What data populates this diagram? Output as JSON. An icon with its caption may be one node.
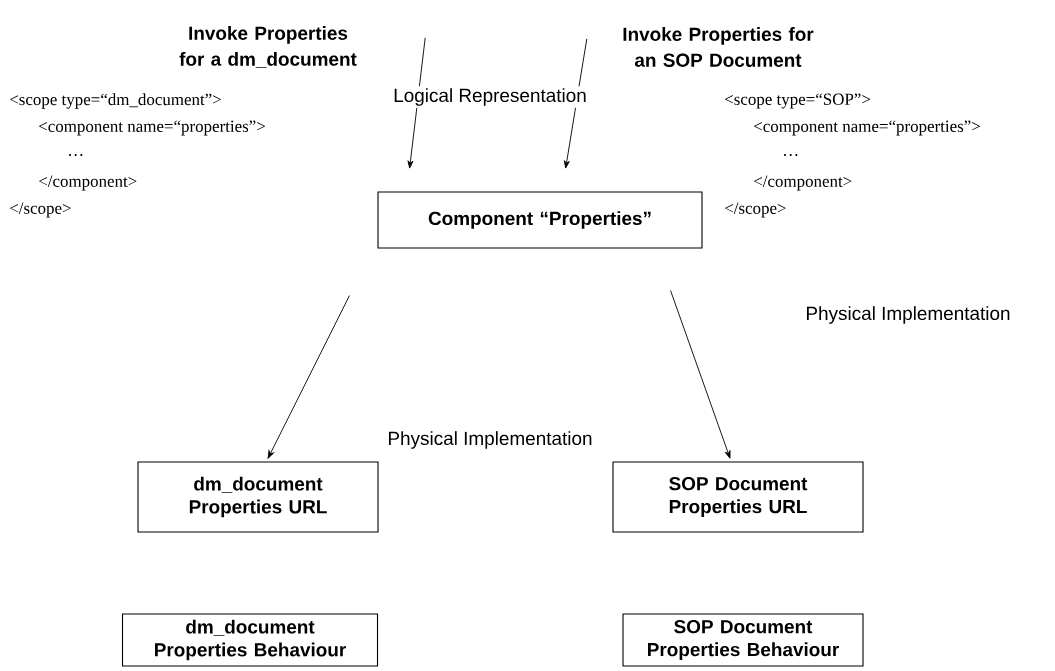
{
  "diagram": {
    "nodes": [
      {
        "text": [
          "Invoke Properties for a dm_document"
        ]
      },
      {
        "text": [
          "Invoke Properties for an SOP Document"
        ]
      },
      {
        "text": [
          "Component “Properties”"
        ]
      },
      {
        "text": [
          "dm_document Properties URL"
        ]
      },
      {
        "text": [
          "SOP Document Properties URL"
        ]
      },
      {
        "text": [
          "dm_document Properties Behaviour"
        ]
      },
      {
        "text": [
          "SOP Document Properties Behaviour"
        ]
      }
    ],
    "edges": [
      {
        "from": 0,
        "to": 2,
        "arrow": "to"
      },
      {
        "from": 1,
        "to": 2,
        "arrow": "to"
      },
      {
        "from": 2,
        "to": 3,
        "arrow": "to"
      },
      {
        "from": 2,
        "to": 4,
        "arrow": "to"
      }
    ],
    "labels": [
      "<scope type=“dm_document”>",
      "<component name=“properties”>",
      "…",
      "</component>",
      "</scope>",
      "Logical Representation",
      "<scope type=“SOP”>",
      "<component name=“properties”>",
      "…",
      "</component>",
      "</scope>",
      "Physical Implementation",
      "Physical Implementation"
    ]
  }
}
